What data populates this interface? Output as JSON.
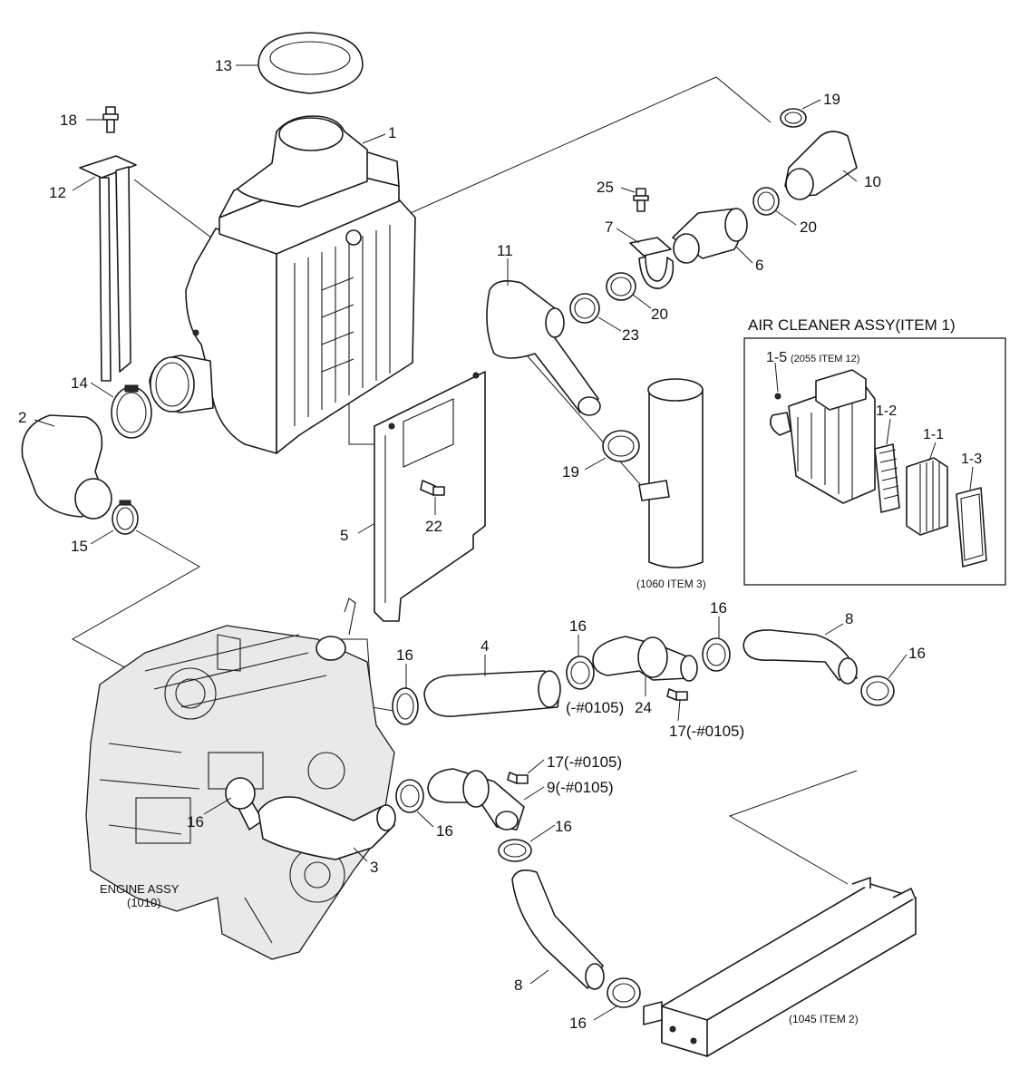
{
  "diagram": {
    "inset_title": "AIR CLEANER ASSY(ITEM 1)",
    "inset_labels": {
      "l1_5": "1-5",
      "l1_5_note": "(2055 ITEM 12)",
      "l1_2": "1-2",
      "l1_1": "1-1",
      "l1_3": "1-3"
    },
    "references": {
      "pipe_1060": "(1060 ITEM 3)",
      "engine_line1": "ENGINE ASSY",
      "engine_line2": "(1010)",
      "cooler_1045": "(1045 ITEM 2)"
    },
    "callouts": {
      "c13": "13",
      "c18": "18",
      "c12": "12",
      "c1": "1",
      "c19a": "19",
      "c10": "10",
      "c25": "25",
      "c20a": "20",
      "c7": "7",
      "c6": "6",
      "c11": "11",
      "c20b": "20",
      "c23": "23",
      "c14": "14",
      "c2": "2",
      "c19b": "19",
      "c22": "22",
      "c5": "5",
      "c15": "15",
      "c16a": "16",
      "c16b": "16",
      "c16c": "16",
      "c16d": "16",
      "c16e": "16",
      "c16f": "16",
      "c16g": "16",
      "c16h": "16",
      "c4": "4",
      "c8a": "8",
      "c8b": "8",
      "c24": "24",
      "c24_note": "(-#0105)",
      "c17a": "17(-#0105)",
      "c17b": "17(-#0105)",
      "c9": "9(-#0105)",
      "c3": "3"
    }
  }
}
